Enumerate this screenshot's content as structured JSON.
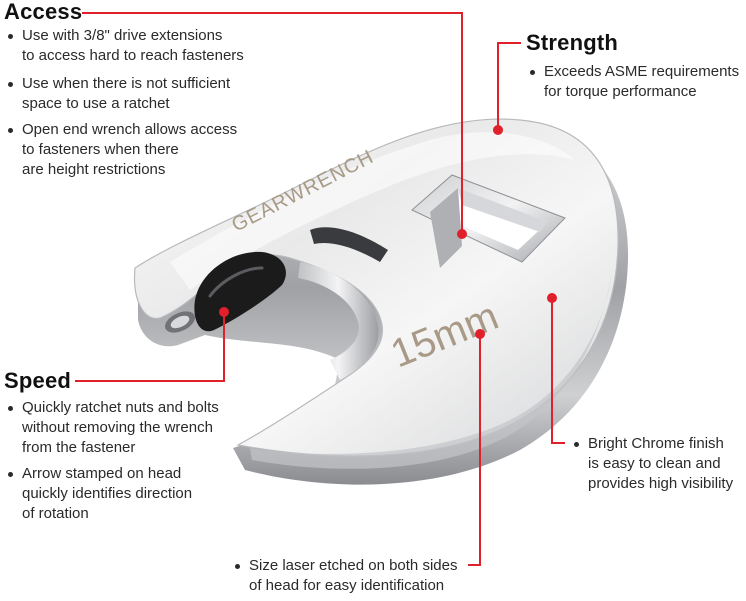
{
  "callouts": {
    "access": {
      "heading": "Access",
      "bullets": [
        [
          "Use with 3/8\" drive extensions",
          "to access hard to reach fasteners"
        ],
        [
          "Use when there is not sufficient",
          "space to use a ratchet"
        ],
        [
          "Open end wrench allows access",
          "to fasteners when there",
          "are height restrictions"
        ]
      ]
    },
    "strength": {
      "heading": "Strength",
      "bullets": [
        [
          "Exceeds ASME requirements",
          "for torque performance"
        ]
      ]
    },
    "speed": {
      "heading": "Speed",
      "bullets": [
        [
          "Quickly ratchet nuts and bolts",
          "without removing the wrench",
          "from the fastener"
        ],
        [
          "Arrow stamped on head",
          "quickly identifies direction",
          "of rotation"
        ]
      ]
    },
    "finish": {
      "bullets": [
        [
          "Bright Chrome finish",
          "is easy to clean and",
          "provides high visibility"
        ]
      ]
    },
    "size_etching": {
      "bullets": [
        [
          "Size laser etched on both sides",
          "of head for easy identification"
        ]
      ]
    }
  },
  "product": {
    "brand_mark": "GEARWRENCH",
    "size_mark": "15mm"
  },
  "colors": {
    "leader": "#e0202a",
    "text": "#2a2a2a",
    "heading": "#111111"
  }
}
